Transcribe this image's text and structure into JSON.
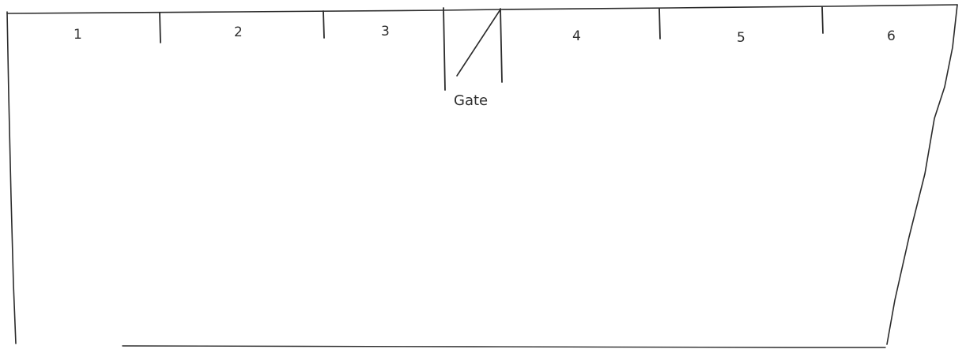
{
  "diagram": {
    "plots": [
      {
        "id": "1",
        "label": "1"
      },
      {
        "id": "2",
        "label": "2"
      },
      {
        "id": "3",
        "label": "3"
      },
      {
        "id": "4",
        "label": "4"
      },
      {
        "id": "5",
        "label": "5"
      },
      {
        "id": "6",
        "label": "6"
      }
    ],
    "gate": {
      "label": "Gate"
    },
    "colors": {
      "ink": "#2b2b2b",
      "background": "#ffffff"
    }
  }
}
